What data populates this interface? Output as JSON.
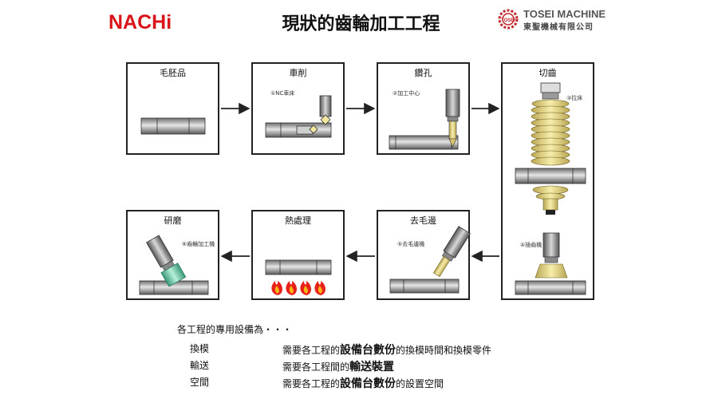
{
  "header": {
    "brand_left": "NACHi",
    "title": "現狀的齒輪加工工程",
    "brand_right_en": "TOSEI MACHINE",
    "brand_right_zh": "東聖機械有限公司",
    "brand_right_mark": "TOSEI"
  },
  "steps": [
    {
      "title": "毛胚品",
      "machine": ""
    },
    {
      "title": "車削",
      "machine": "①NC車床"
    },
    {
      "title": "鑽孔",
      "machine": "②加工中心"
    },
    {
      "title": "切齒",
      "machine": "③拉床",
      "machine2": "④插齒機"
    },
    {
      "title": "去毛邊",
      "machine": "⑤去毛邊機"
    },
    {
      "title": "熱處理",
      "machine": ""
    },
    {
      "title": "研磨",
      "machine": "⑥齒輪加工機"
    }
  ],
  "notes": {
    "intro": "各工程的專用設備為・・・",
    "rows": [
      {
        "term": "換模",
        "pre": "需要各工程的",
        "bold": "設備台數份",
        "post": "的換模時間和換模零件"
      },
      {
        "term": "輸送",
        "pre": "需要各工程間的",
        "bold": "輸送裝置",
        "post": ""
      },
      {
        "term": "空間",
        "pre": "需要各工程的",
        "bold": "設備台數份",
        "post": "的設置空間"
      }
    ]
  }
}
